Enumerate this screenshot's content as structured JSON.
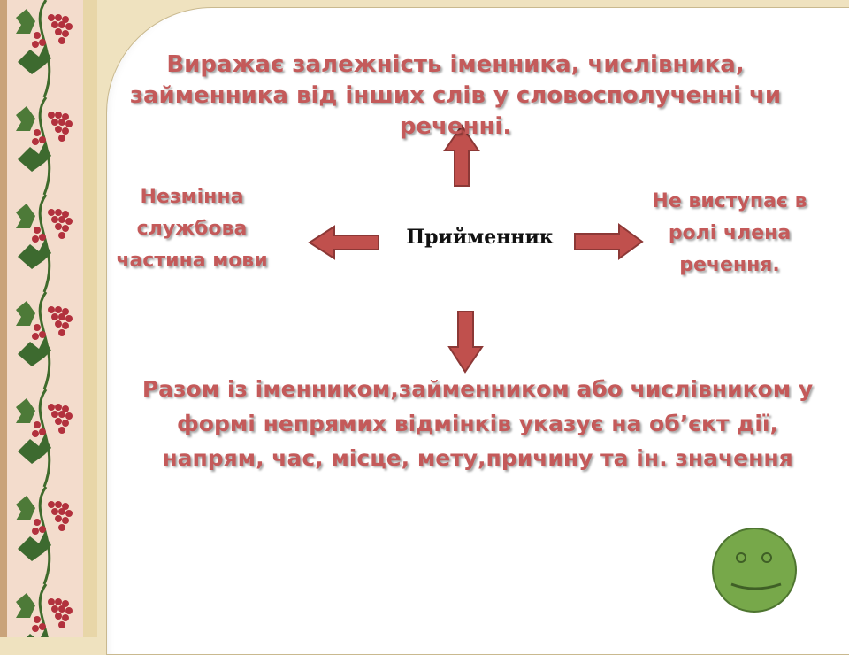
{
  "diagram": {
    "center": "Прийменник",
    "top": "Виражає залежність іменника, числівника, займенника від інших слів у словосполученні чи реченні.",
    "left": "Незмінна службова частина мови",
    "right": "Не виступає в ролі члена речення.",
    "bottom": "Разом із іменником,займенником або числівником у формі непрямих відмінків указує на об’єкт дії, напрям, час, місце, мету,причину та ін. значення"
  },
  "colors": {
    "text": "#c45a5a",
    "arrow_fill": "#c0504d",
    "arrow_stroke": "#8c3836",
    "smiley_fill": "#77a84a",
    "background": "#efe2bf"
  },
  "icons": {
    "decoration": "embroidery-grape-border",
    "emoji": "smiley-face-icon"
  }
}
